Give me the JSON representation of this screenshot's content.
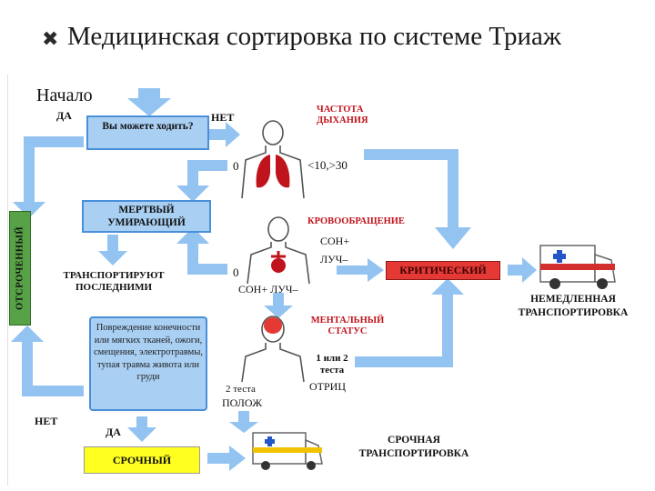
{
  "title": {
    "bullet": "✖",
    "text": "Медицинская сортировка по системе Триаж"
  },
  "diagram": {
    "start": "Начало",
    "yes_1": "ДА",
    "no_1": "НЕТ",
    "question_walk": "Вы можете ходить?",
    "breathing_rate": "ЧАСТОТА ДЫХАНИЯ",
    "zero_1": "0",
    "breath_range": "<10,>30",
    "dead_dying": "МЕРТВЫЙ УМИРАЮЩИЙ",
    "circulation": "КРОВООБРАЩЕНИЕ",
    "son_plus": "СОН+",
    "luch_minus": "ЛУЧ–",
    "zero_2": "0",
    "son_luch": "СОН+ ЛУЧ–",
    "transport_last": "ТРАНСПОРТИРУЮТ ПОСЛЕДНИМИ",
    "deferred": "ОТСРОЧЕННЫЙ",
    "critical": "КРИТИЧЕСКИЙ",
    "immediate_transport": "НЕМЕДЛЕННАЯ ТРАНСПОРТИРОВКА",
    "mental_status": "МЕНТАЛЬНЫЙ СТАТУС",
    "one_or_two_tests": "1 или 2 теста",
    "negative": "ОТРИЦ",
    "two_tests": "2 теста",
    "positive": "ПОЛОЖ",
    "limb_injury": "Повреждение конечности или мягких тканей, ожоги, смещения, электротравмы, тупая травма живота или груди",
    "no_2": "НЕТ",
    "yes_2": "ДА",
    "urgent": "СРОЧНЫЙ",
    "urgent_transport": "СРОЧНАЯ ТРАНСПОРТИРОВКА"
  },
  "colors": {
    "arrow": "#93c3f1",
    "box": "#a9cff3",
    "critical": "#e53935",
    "urgent": "#ffff20",
    "deferred": "#57a247"
  }
}
